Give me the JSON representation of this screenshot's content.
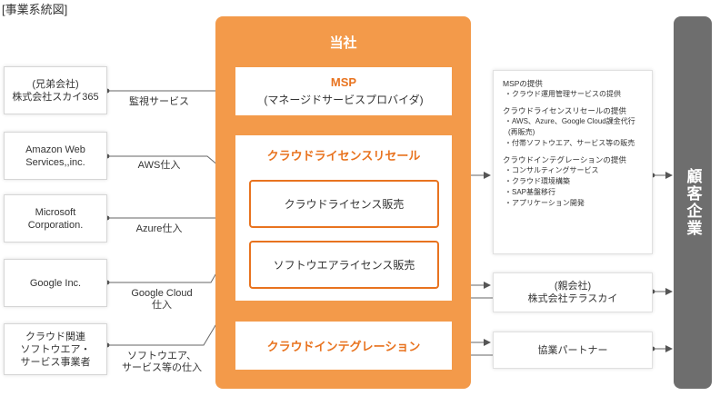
{
  "title": "[事業系統図]",
  "suppliers": [
    {
      "name": "(兄弟会社)\n株式会社スカイ365",
      "flow_label": "監視サービス"
    },
    {
      "name": "Amazon Web\nServices,,inc.",
      "flow_label": "AWS仕入"
    },
    {
      "name": "Microsoft\nCorporation.",
      "flow_label": "Azure仕入"
    },
    {
      "name": "Google Inc.",
      "flow_label": "Google Cloud\n仕入"
    },
    {
      "name": "クラウド関連\nソフトウエア・\nサービス事業者",
      "flow_label": "ソフトウエア、\nサービス等の仕入"
    }
  ],
  "company": {
    "title": "当社",
    "msp": {
      "title": "MSP",
      "subtitle": "(マネージドサービスプロバイダ)"
    },
    "cloud_license": {
      "title": "クラウドライセンスリセール",
      "items": [
        "クラウドライセンス販売",
        "ソフトウエアライセンス販売"
      ]
    },
    "integration": {
      "title": "クラウドインテグレーション"
    }
  },
  "services": [
    {
      "heading": "MSPの提供",
      "items": [
        "・クラウド運用管理サービスの提供"
      ]
    },
    {
      "heading": "クラウドライセンスリセールの提供",
      "items": [
        "・AWS、Azure、Google Cloud課金代行",
        "(再販売)",
        "・付帯ソフトウエア、サービス等の販売"
      ]
    },
    {
      "heading": "クラウドインテグレーションの提供",
      "items": [
        "・コンサルティングサービス",
        "・クラウド環境構築",
        "・SAP基盤移行",
        "・アプリケーション開発"
      ]
    }
  ],
  "parent_company": "(親会社)\n株式会社テラスカイ",
  "partner": "協業パートナー",
  "client": "顧客企業"
}
